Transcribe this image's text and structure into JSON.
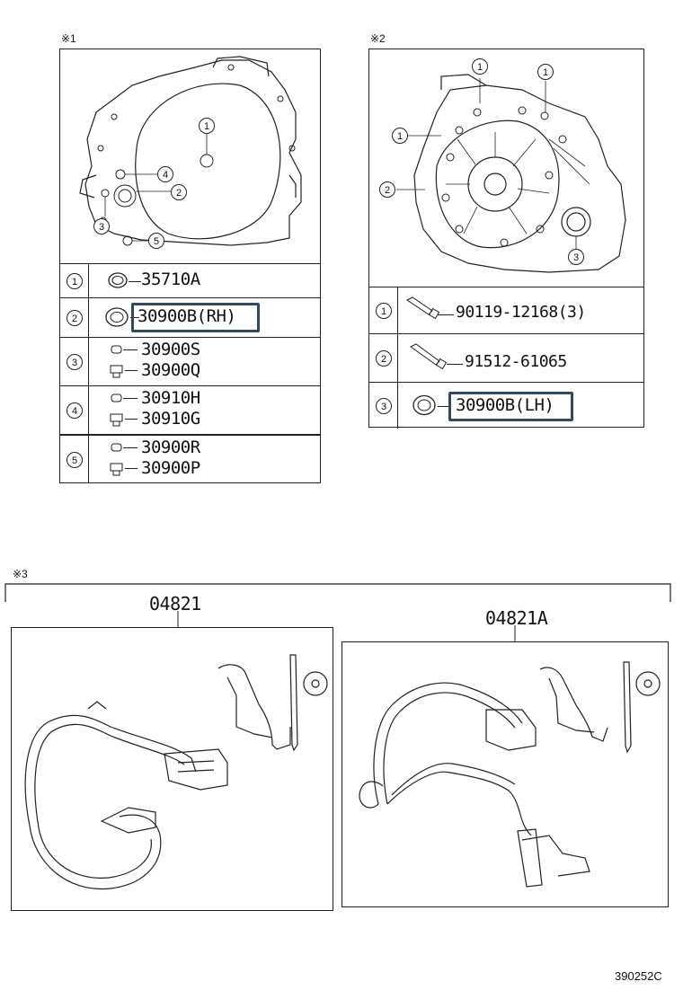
{
  "panel1": {
    "mark": "※1",
    "callouts": [
      "1",
      "4",
      "2",
      "3",
      "5"
    ],
    "rows": [
      {
        "num": "1",
        "parts": [
          "35710A"
        ]
      },
      {
        "num": "2",
        "parts": [
          "30900B(RH)"
        ],
        "highlighted": true
      },
      {
        "num": "3",
        "parts": [
          "30900S",
          "30900Q"
        ]
      },
      {
        "num": "4",
        "parts": [
          "30910H",
          "30910G"
        ]
      },
      {
        "num": "5",
        "parts": [
          "30900R",
          "30900P"
        ]
      }
    ]
  },
  "panel2": {
    "mark": "※2",
    "callouts": [
      "1",
      "1",
      "1",
      "2",
      "3"
    ],
    "rows": [
      {
        "num": "1",
        "parts": [
          "90119-12168(3)"
        ]
      },
      {
        "num": "2",
        "parts": [
          "91512-61065"
        ]
      },
      {
        "num": "3",
        "parts": [
          "30900B(LH)"
        ],
        "highlighted": true
      }
    ]
  },
  "panel3": {
    "mark": "※3",
    "kits": [
      "04821",
      "04821A"
    ]
  },
  "footer": {
    "code": "390252C"
  },
  "colors": {
    "highlight_border": "#334a5e",
    "line": "#222222"
  }
}
